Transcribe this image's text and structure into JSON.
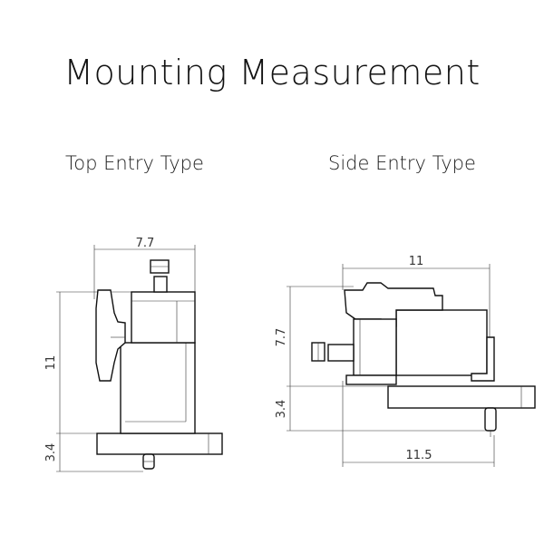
{
  "title": "Mounting Measurement",
  "top_entry": {
    "label": "Top Entry Type",
    "dim_width": "7.7",
    "dim_height": "11",
    "dim_pin": "3.4"
  },
  "side_entry": {
    "label": "Side Entry Type",
    "dim_width_top": "11",
    "dim_height": "7.7",
    "dim_pin": "3.4",
    "dim_width_bottom": "11.5"
  }
}
